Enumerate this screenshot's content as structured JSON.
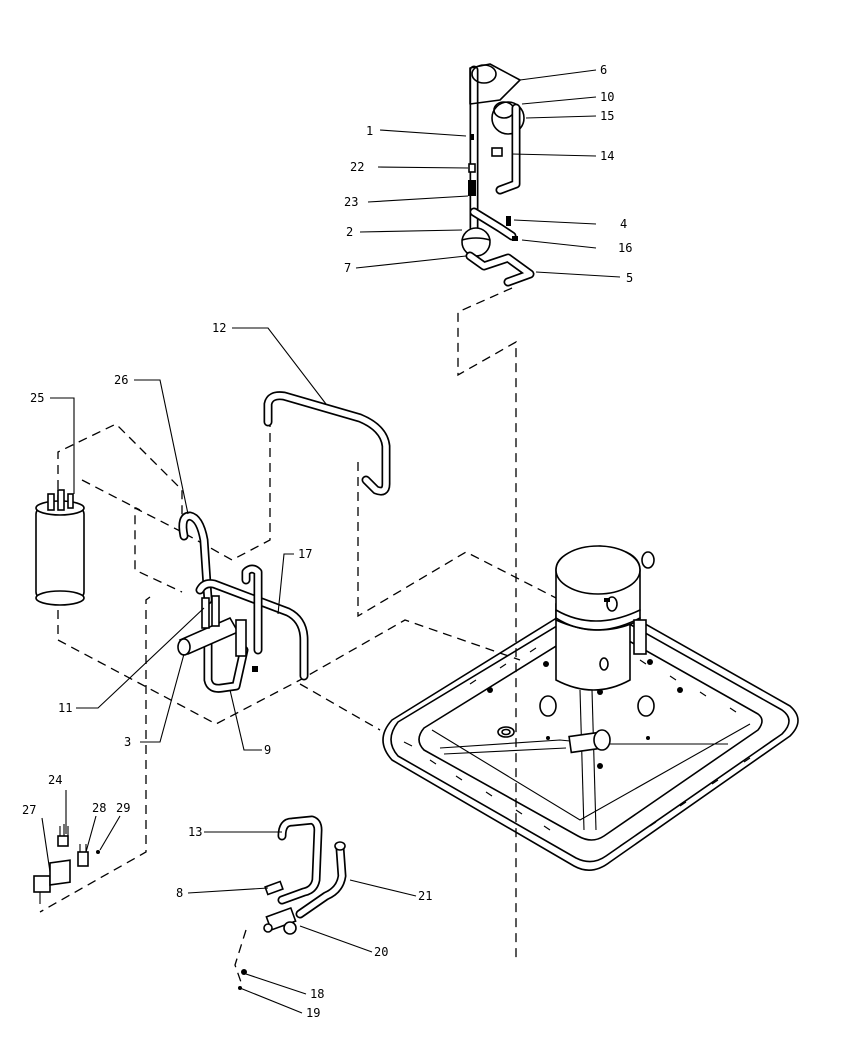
{
  "callouts": [
    {
      "id": "c6",
      "text": "6"
    },
    {
      "id": "c10",
      "text": "10"
    },
    {
      "id": "c15",
      "text": "15"
    },
    {
      "id": "c1",
      "text": "1"
    },
    {
      "id": "c14",
      "text": "14"
    },
    {
      "id": "c22",
      "text": "22"
    },
    {
      "id": "c23",
      "text": "23"
    },
    {
      "id": "c4",
      "text": "4"
    },
    {
      "id": "c2",
      "text": "2"
    },
    {
      "id": "c16",
      "text": "16"
    },
    {
      "id": "c7",
      "text": "7"
    },
    {
      "id": "c5",
      "text": "5"
    },
    {
      "id": "c12",
      "text": "12"
    },
    {
      "id": "c26",
      "text": "26"
    },
    {
      "id": "c25",
      "text": "25"
    },
    {
      "id": "c17",
      "text": "17"
    },
    {
      "id": "c11",
      "text": "11"
    },
    {
      "id": "c3",
      "text": "3"
    },
    {
      "id": "c9",
      "text": "9"
    },
    {
      "id": "c24",
      "text": "24"
    },
    {
      "id": "c27",
      "text": "27"
    },
    {
      "id": "c28",
      "text": "28"
    },
    {
      "id": "c29",
      "text": "29"
    },
    {
      "id": "c13",
      "text": "13"
    },
    {
      "id": "c21",
      "text": "21"
    },
    {
      "id": "c8",
      "text": "8"
    },
    {
      "id": "c20",
      "text": "20"
    },
    {
      "id": "c18",
      "text": "18"
    },
    {
      "id": "c19",
      "text": "19"
    }
  ]
}
